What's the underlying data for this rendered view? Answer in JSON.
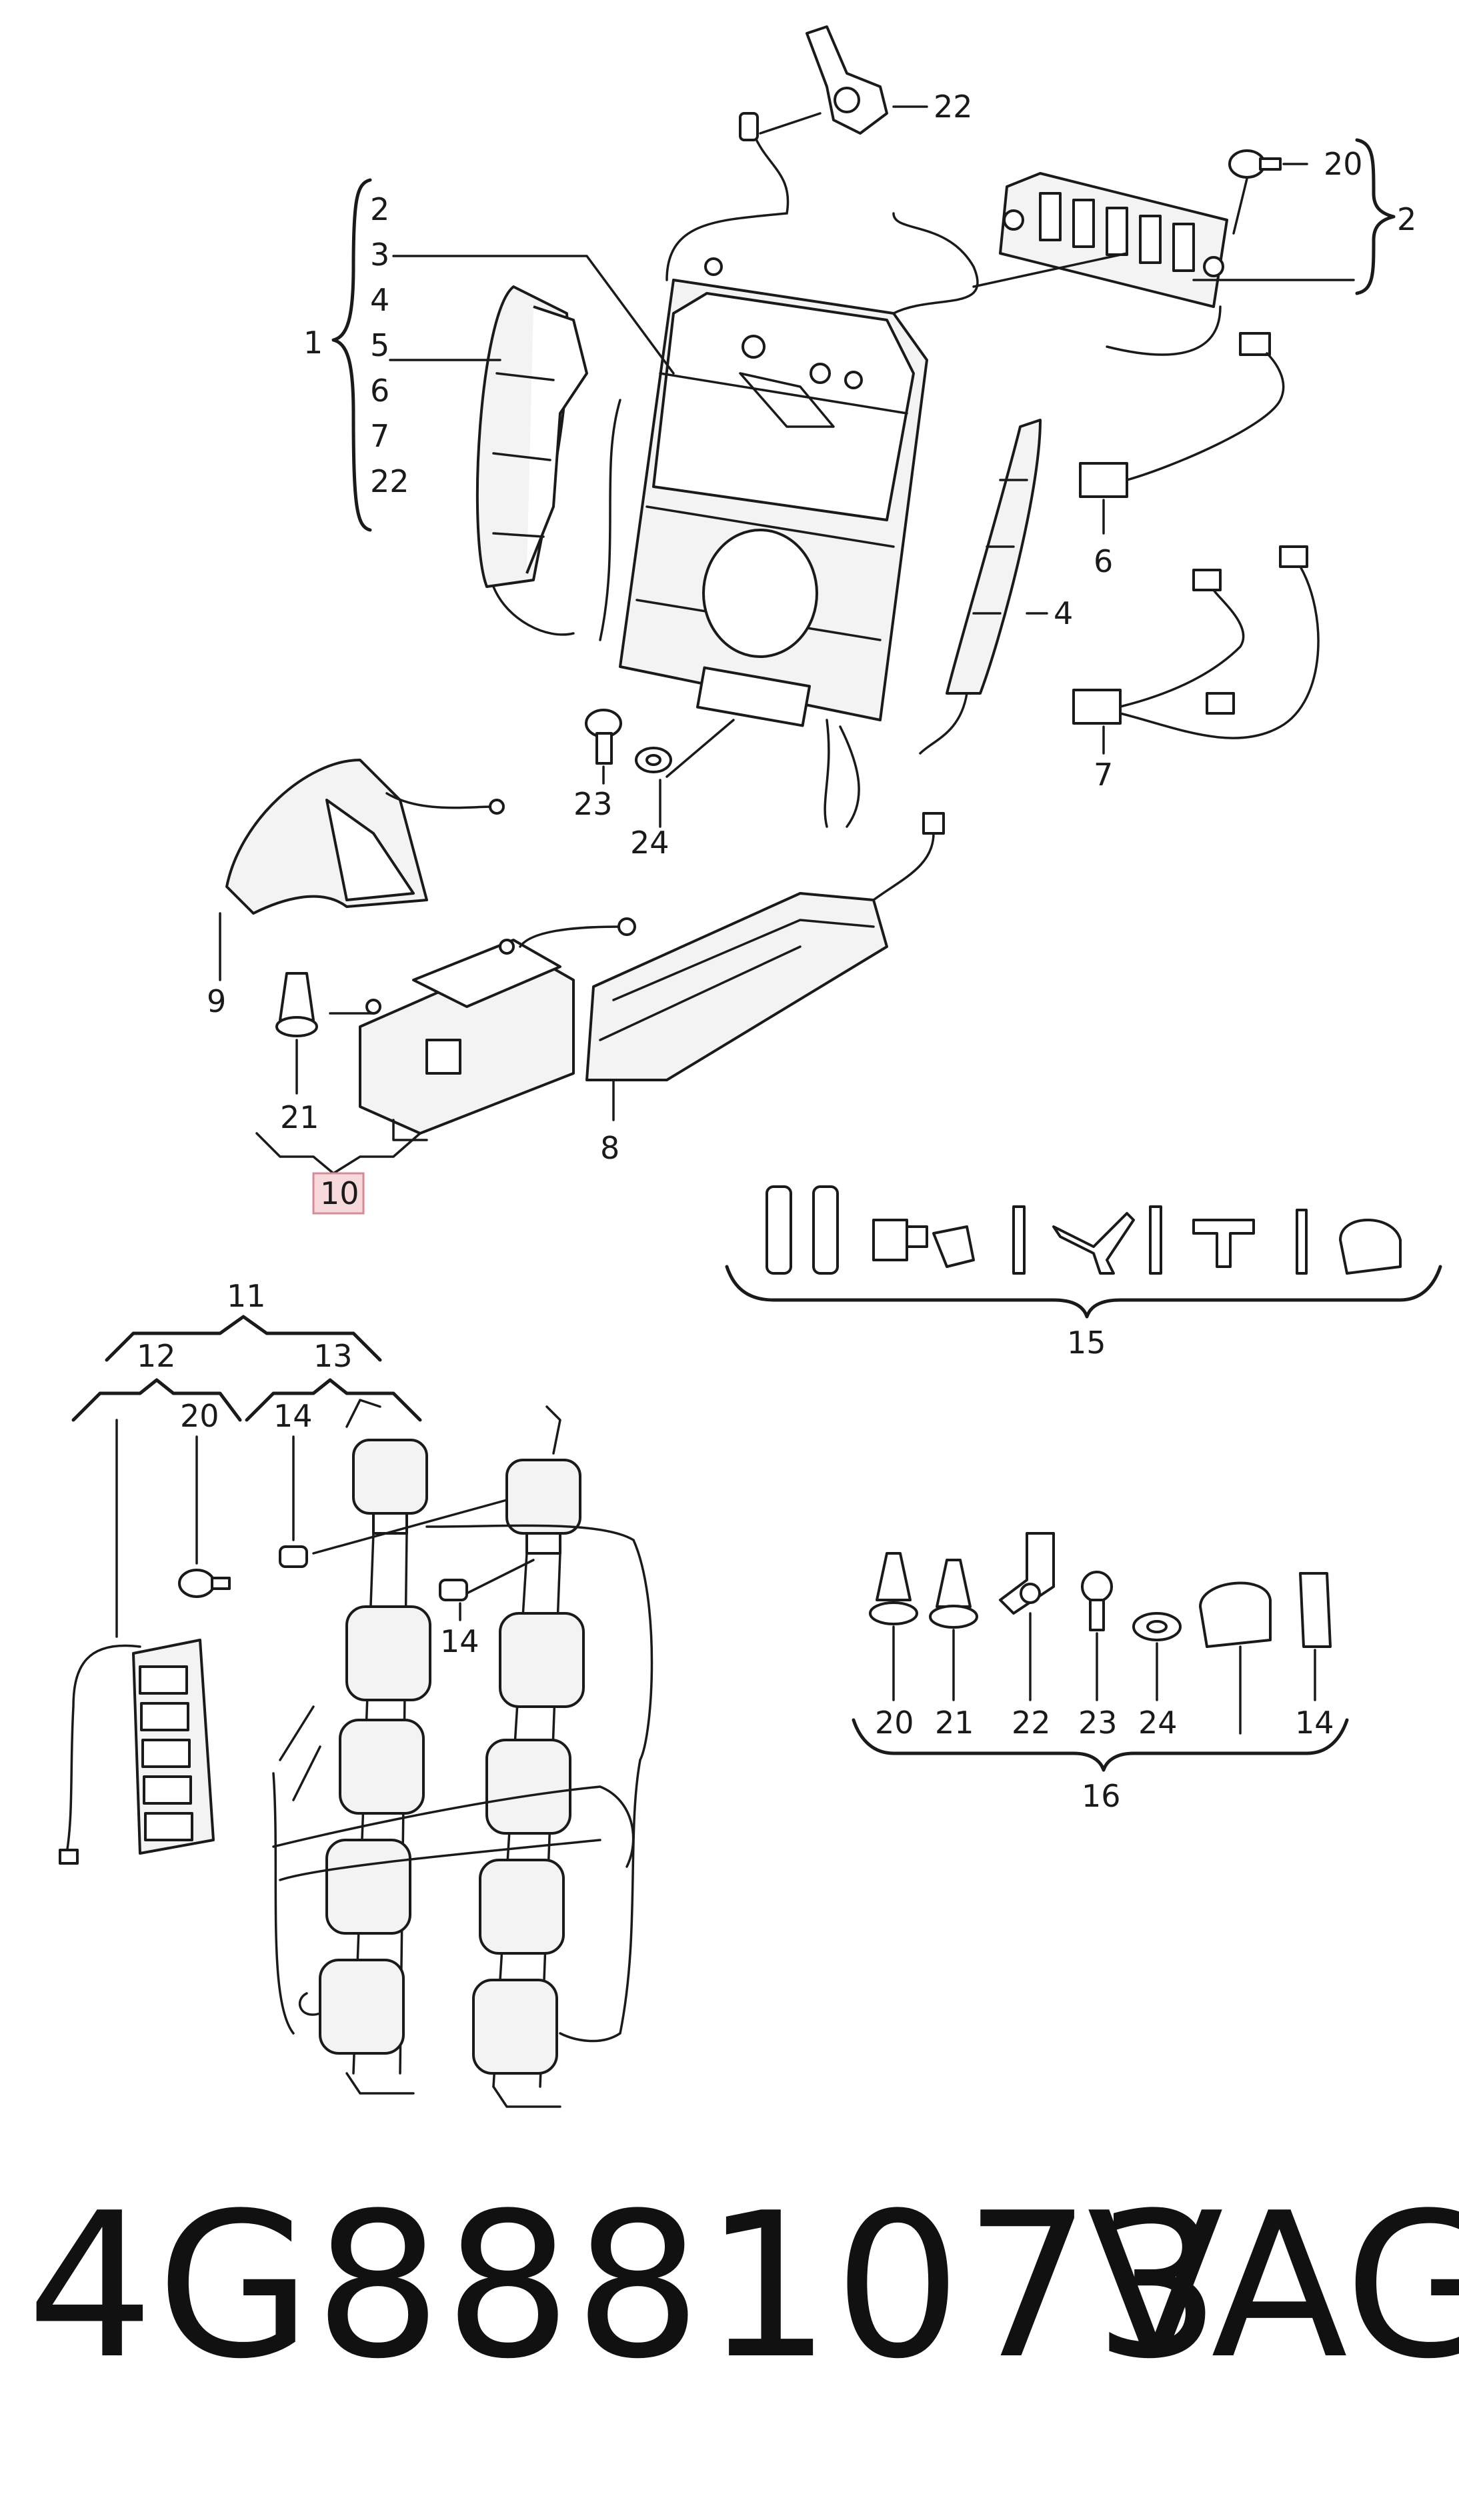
{
  "part_number": "4G8881073",
  "brand": "VAG",
  "highlight_color": "#f7d9dc",
  "callouts": {
    "c22_top": "22",
    "c20_top": "20",
    "c2_right": "2",
    "g1_main": "1",
    "g1_items": [
      "2",
      "3",
      "4",
      "5",
      "6",
      "7",
      "22"
    ],
    "c6": "6",
    "c4": "4",
    "c7": "7",
    "c23": "23",
    "c24": "24",
    "c9": "9",
    "c21": "21",
    "c10": "10",
    "c8": "8",
    "c15": "15",
    "c11": "11",
    "c12": "12",
    "c13": "13",
    "c20_left": "20",
    "c14_a": "14",
    "c14_b": "14",
    "g16_items": [
      "20",
      "21",
      "22",
      "23",
      "24",
      "14"
    ],
    "c16": "16"
  }
}
